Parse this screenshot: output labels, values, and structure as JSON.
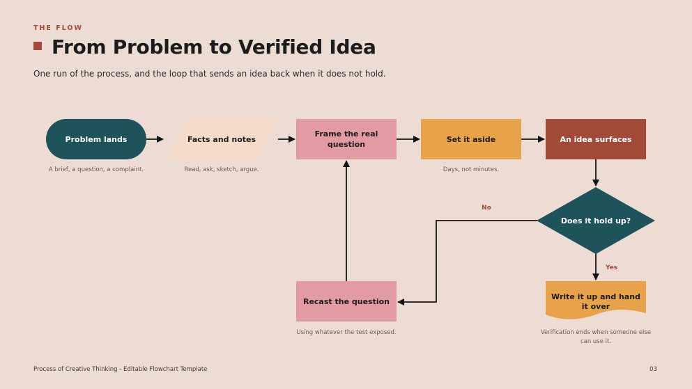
{
  "header": {
    "eyebrow": "THE FLOW",
    "title": "From Problem to Verified Idea",
    "subtitle": "One run of the process, and the loop that sends an idea back when it does not hold."
  },
  "nodes": {
    "problem": {
      "line1": "Problem lands",
      "caption": "A brief, a question, a complaint."
    },
    "facts": {
      "line1": "Facts and notes",
      "caption": "Read, ask, sketch, argue."
    },
    "frame": {
      "line1": "Frame the real",
      "line2": "question"
    },
    "aside": {
      "line1": "Set it aside",
      "caption": "Days, not minutes."
    },
    "idea": {
      "line1": "An idea surfaces"
    },
    "decision": {
      "line1": "Does it hold up?"
    },
    "writeup": {
      "line1": "Write it up and hand",
      "line2": "it over",
      "caption1": "Verification ends when someone else",
      "caption2": "can use it."
    },
    "recast": {
      "line1": "Recast the question",
      "caption": "Using whatever the test exposed."
    }
  },
  "edges": {
    "no_label": "No",
    "yes_label": "Yes"
  },
  "colors": {
    "teal": "#1f535b",
    "peach": "#f4dcc9",
    "pink": "#e39ba3",
    "orange": "#e8a24a",
    "rust": "#a24a37",
    "accent": "#a24a37"
  },
  "footer": {
    "left": "Process of Creative Thinking - Editable Flowchart Template",
    "page": "03"
  }
}
